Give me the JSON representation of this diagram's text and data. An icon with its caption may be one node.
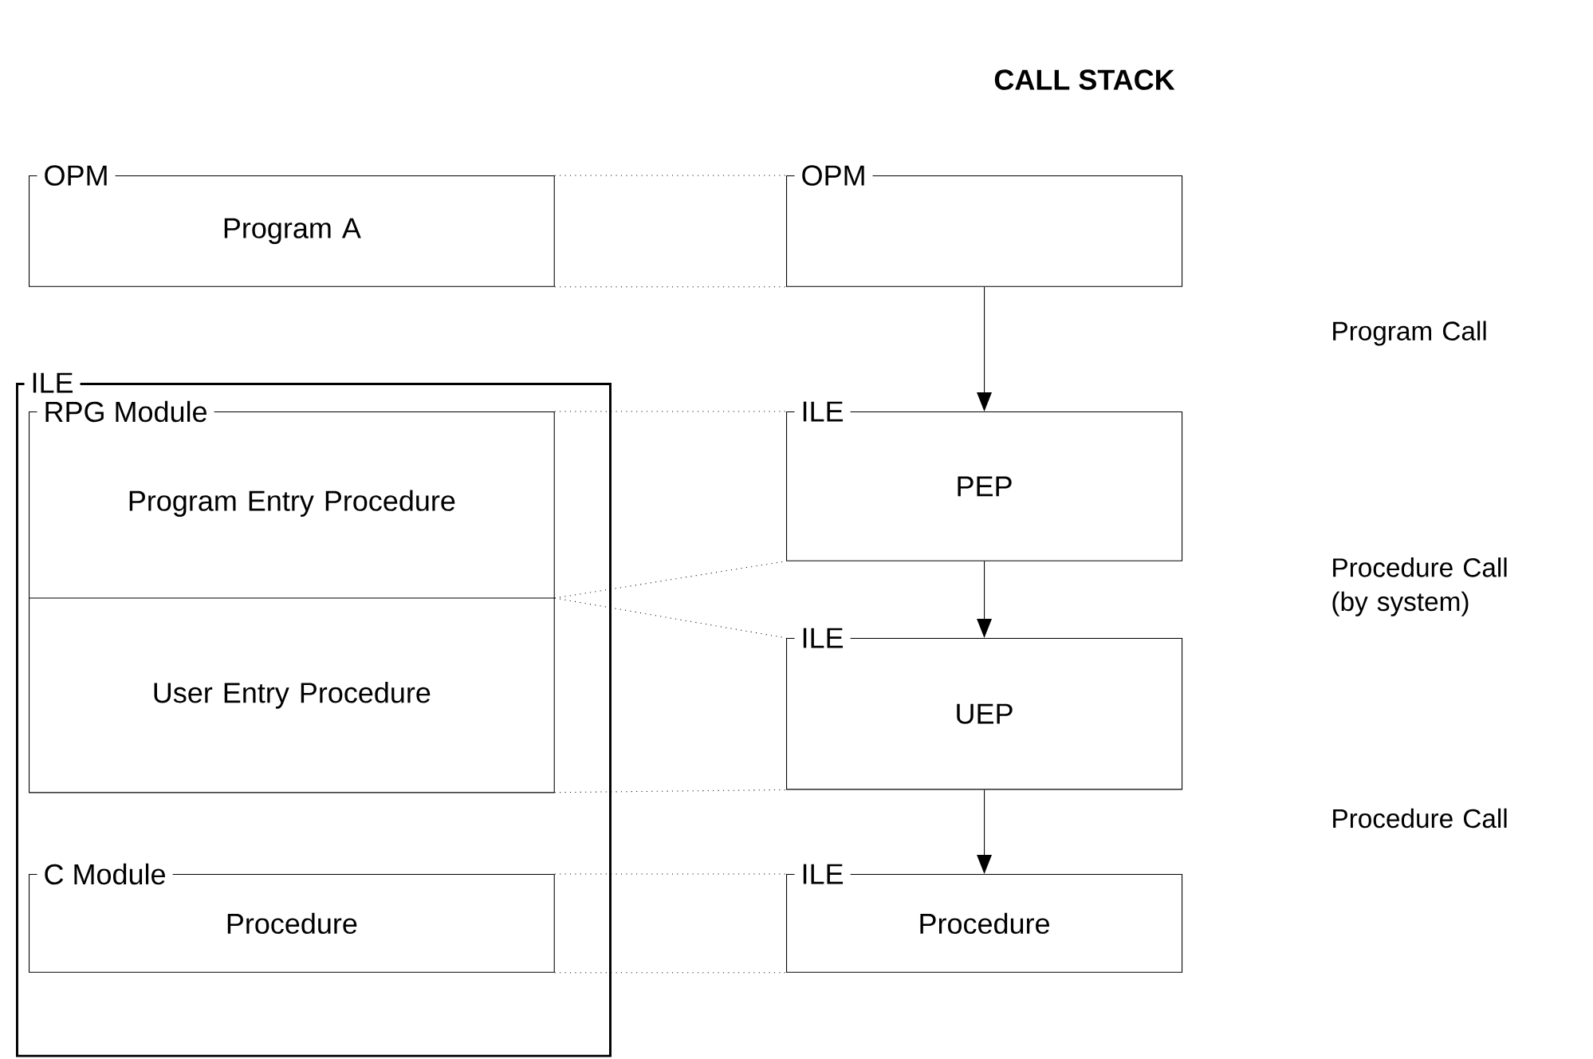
{
  "diagram": {
    "title": "CALL STACK",
    "nodes": [
      {
        "text": [
          "OPM",
          "Program A"
        ]
      },
      {
        "text": [
          "ILE"
        ]
      },
      {
        "text": [
          "RPG Module"
        ],
        "in": 1
      },
      {
        "text": [
          "Program Entry Procedure"
        ],
        "in": 2
      },
      {
        "text": [
          "User Entry Procedure"
        ],
        "in": 2
      },
      {
        "text": [
          "C Module",
          "Procedure"
        ],
        "in": 1
      },
      {
        "text": [
          "OPM"
        ]
      },
      {
        "text": [
          "ILE",
          "PEP"
        ]
      },
      {
        "text": [
          "ILE",
          "UEP"
        ]
      },
      {
        "text": [
          "ILE",
          "Procedure"
        ]
      }
    ],
    "edges": [
      {
        "from": 6,
        "to": 7,
        "arrow": "to"
      },
      {
        "from": 7,
        "to": 8,
        "arrow": "to"
      },
      {
        "from": 8,
        "to": 9,
        "arrow": "to"
      },
      {
        "from": 0,
        "to": 6,
        "arrow": "none",
        "style": "dashed"
      },
      {
        "from": 0,
        "to": 6,
        "arrow": "none",
        "style": "dashed"
      },
      {
        "from": 2,
        "to": 7,
        "arrow": "none",
        "style": "dashed"
      },
      {
        "from": 4,
        "to": 7,
        "arrow": "none",
        "style": "dashed"
      },
      {
        "from": 4,
        "to": 8,
        "arrow": "none",
        "style": "dashed"
      },
      {
        "from": 4,
        "to": 8,
        "arrow": "none",
        "style": "dashed"
      },
      {
        "from": 5,
        "to": 9,
        "arrow": "none",
        "style": "dashed"
      },
      {
        "from": 5,
        "to": 9,
        "arrow": "none",
        "style": "dashed"
      }
    ],
    "labels": [
      "Program Call",
      "Procedure Call (by system)",
      "Procedure Call"
    ]
  }
}
